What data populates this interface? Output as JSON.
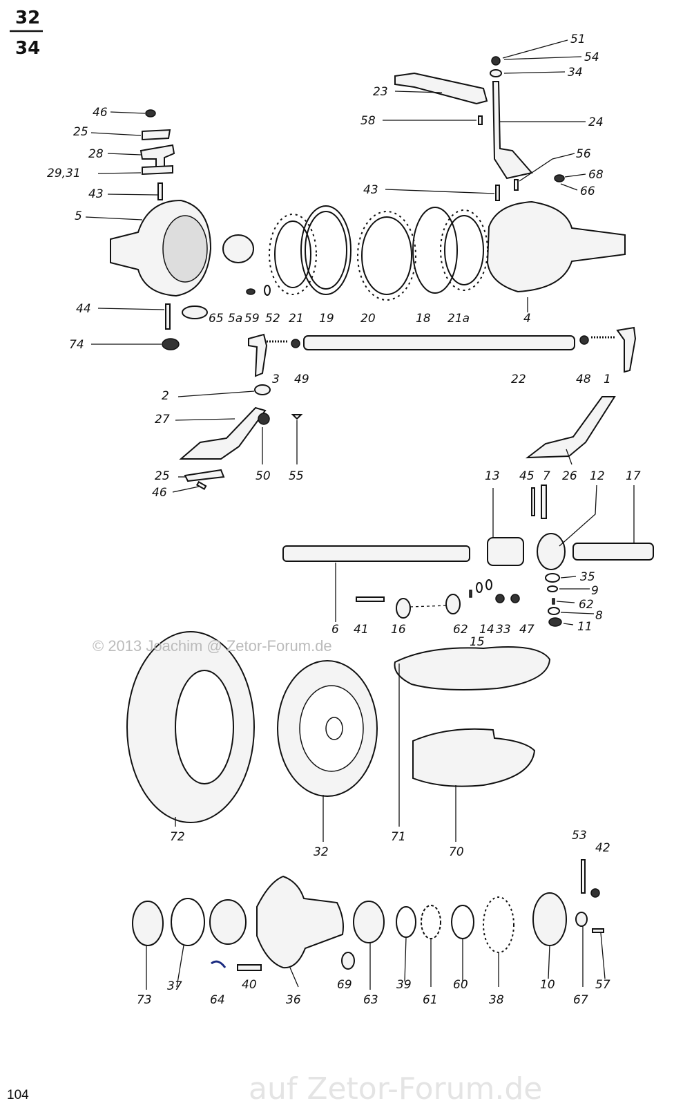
{
  "header": {
    "numerator": "32",
    "denominator": "34"
  },
  "page_number": "104",
  "watermark": {
    "copyright": "© 2013 Joachim @ Zetor-Forum.de",
    "footer": "auf Zetor-Forum.de"
  },
  "labels": {
    "l51": "51",
    "l54": "54",
    "l34": "34",
    "l23": "23",
    "l58": "58",
    "l24": "24",
    "l56": "56",
    "l68": "68",
    "l66": "66",
    "l43b": "43",
    "l46a": "46",
    "l25a": "25",
    "l28": "28",
    "l2931": "29,31",
    "l43a": "43",
    "l5": "5",
    "l44": "44",
    "l65": "65",
    "l5a": "5a",
    "l59": "59",
    "l52": "52",
    "l21": "21",
    "l19": "19",
    "l20": "20",
    "l18": "18",
    "l21a": "21a",
    "l4": "4",
    "l74": "74",
    "l3": "3",
    "l49": "49",
    "l22": "22",
    "l48": "48",
    "l1": "1",
    "l2": "2",
    "l27": "27",
    "l55": "55",
    "l50": "50",
    "l25b": "25",
    "l46b": "46",
    "l13": "13",
    "l45": "45",
    "l7": "7",
    "l26": "26",
    "l12": "12",
    "l17": "17",
    "l35": "35",
    "l9": "9",
    "l62a": "62",
    "l8": "8",
    "l11": "11",
    "l6": "6",
    "l41": "41",
    "l16": "16",
    "l62b": "62",
    "l14": "14",
    "l33": "33",
    "l47": "47",
    "l15": "15",
    "l72": "72",
    "l32": "32",
    "l71": "71",
    "l70": "70",
    "l53": "53",
    "l42": "42",
    "l73": "73",
    "l37": "37",
    "l64": "64",
    "l40": "40",
    "l36": "36",
    "l69": "69",
    "l63": "63",
    "l39": "39",
    "l61": "61",
    "l60": "60",
    "l38": "38",
    "l10": "10",
    "l67": "67",
    "l57": "57"
  }
}
